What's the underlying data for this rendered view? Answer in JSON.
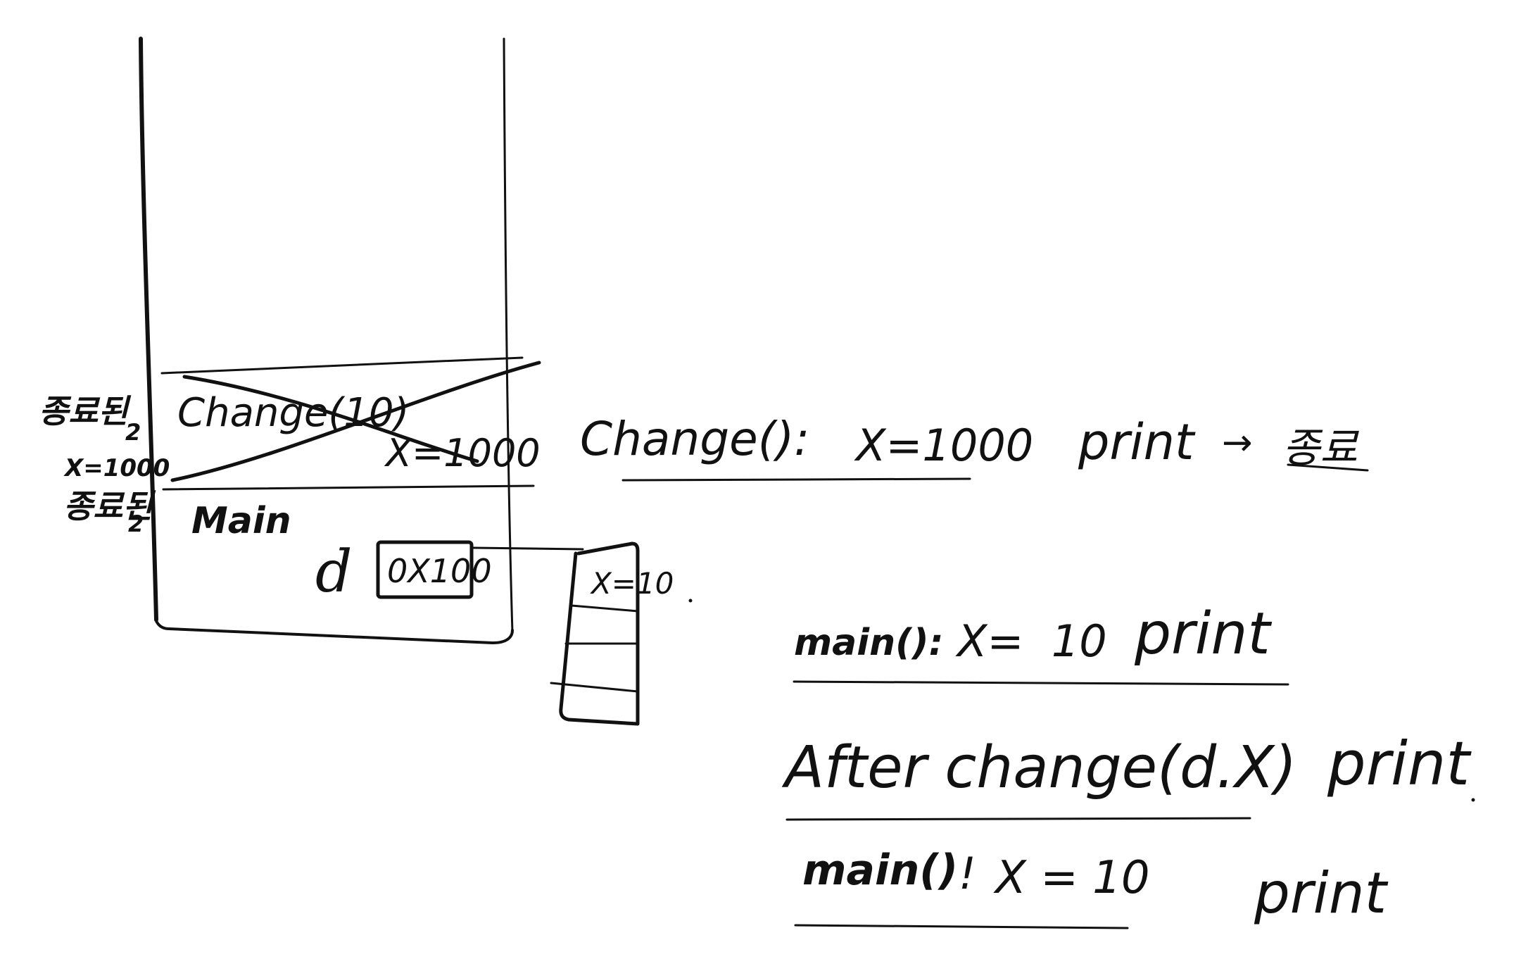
{
  "stack": {
    "frame_change": {
      "label": "Change(10)",
      "variable": "X=1000",
      "crossed_out": true
    },
    "frame_main": {
      "label": "Main",
      "var_name": "d",
      "var_value": "0X100"
    }
  },
  "side_notes": {
    "line1": "종료된",
    "line1_sub": "2",
    "line2": "X=1000",
    "line3": "종료된",
    "line3_sub": "2"
  },
  "heap_object": {
    "field": "X=10"
  },
  "notes": {
    "change_call": "Change():",
    "change_value": "X=1000",
    "change_print": "print",
    "arrow": "→",
    "change_end": "종료",
    "main_first": "main():",
    "main_first_value": "X=  10",
    "main_first_print": "print",
    "after_change": "After change(d.X)",
    "after_print": "print",
    "main_second": "main()",
    "main_second_sep": "!",
    "main_second_value": "X = 10",
    "main_second_print": "print"
  }
}
